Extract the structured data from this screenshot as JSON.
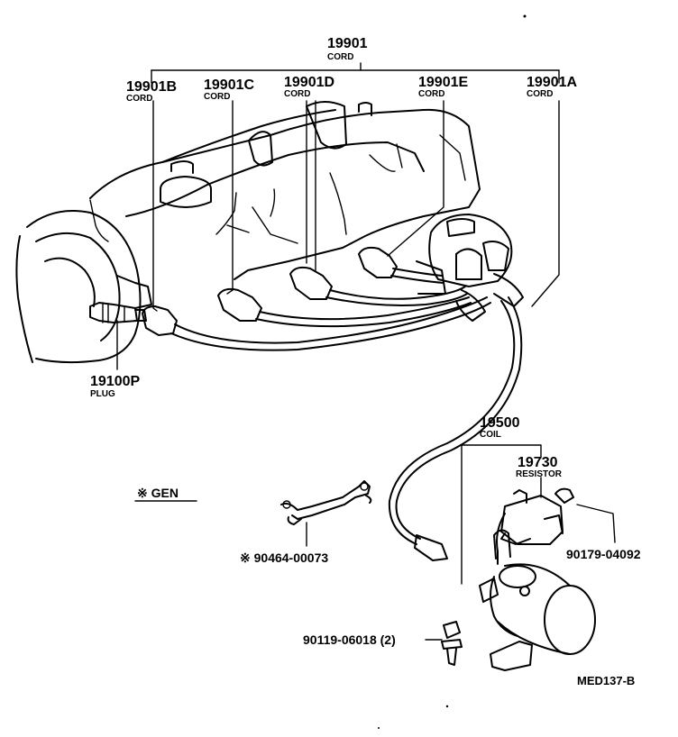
{
  "parts": {
    "cord_set": {
      "number": "19901",
      "name": "CORD"
    },
    "cord_b": {
      "number": "19901B",
      "name": "CORD"
    },
    "cord_c": {
      "number": "19901C",
      "name": "CORD"
    },
    "cord_d": {
      "number": "19901D",
      "name": "CORD"
    },
    "cord_e": {
      "number": "19901E",
      "name": "CORD"
    },
    "cord_a": {
      "number": "19901A",
      "name": "CORD"
    },
    "plug": {
      "number": "19100P",
      "name": "PLUG"
    },
    "coil": {
      "number": "19500",
      "name": "COIL"
    },
    "resistor": {
      "number": "19730",
      "name": "RESISTOR"
    },
    "nut": {
      "number": "90179-04092"
    },
    "clamp": {
      "number": "※ 90464-00073"
    },
    "bolt": {
      "number": "90119-06018 (2)"
    }
  },
  "legend": {
    "gen": "※ GEN"
  },
  "diagram_ref": "MED137-B"
}
